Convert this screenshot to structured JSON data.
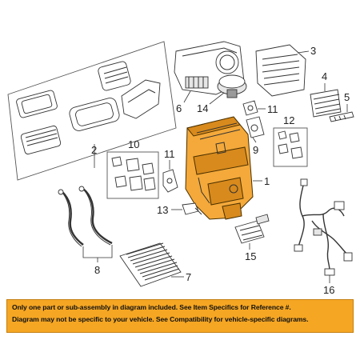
{
  "callouts": {
    "c1": "1",
    "c2": "2",
    "c3": "3",
    "c4": "4",
    "c5": "5",
    "c6": "6",
    "c7": "7",
    "c8": "8",
    "c9": "9",
    "c10": "10",
    "c11a": "11",
    "c11b": "11",
    "c12": "12",
    "c13": "13",
    "c14": "14",
    "c15": "15",
    "c16": "16"
  },
  "disclaimer": {
    "line1": "Only one part or sub-assembly in diagram included. See Item Specifics for Reference #.",
    "line2": "Diagram may not be specific to your vehicle. See Compatibility for vehicle-specific diagrams."
  },
  "colors": {
    "highlight": "#f4a93a",
    "banner": "#f5a623"
  }
}
